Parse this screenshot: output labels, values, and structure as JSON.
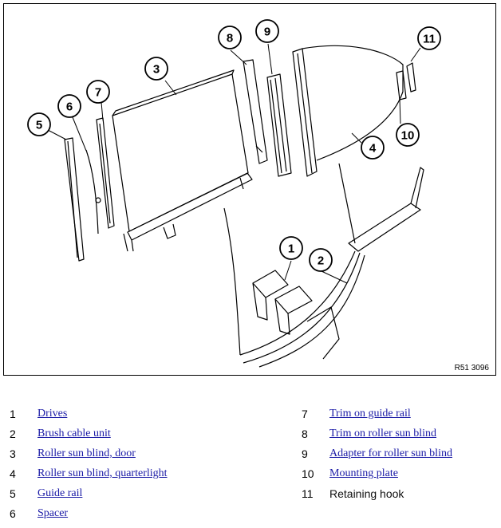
{
  "figure": {
    "reference": "R51 3096",
    "callouts": [
      "1",
      "2",
      "3",
      "4",
      "5",
      "6",
      "7",
      "8",
      "9",
      "10",
      "11"
    ]
  },
  "legend": {
    "link_color": "#1a1aa6",
    "items": [
      {
        "number": "1",
        "label": "Drives",
        "link": true
      },
      {
        "number": "2",
        "label": "Brush cable unit",
        "link": true
      },
      {
        "number": "3",
        "label": "Roller sun blind, door",
        "link": true
      },
      {
        "number": "4",
        "label": "Roller sun blind, quarterlight",
        "link": true
      },
      {
        "number": "5",
        "label": "Guide rail",
        "link": true
      },
      {
        "number": "6",
        "label": "Spacer",
        "link": true
      },
      {
        "number": "7",
        "label": "Trim on guide rail",
        "link": true
      },
      {
        "number": "8",
        "label": "Trim on roller sun blind",
        "link": true
      },
      {
        "number": "9",
        "label": "Adapter for roller sun blind",
        "link": true
      },
      {
        "number": "10",
        "label": "Mounting plate",
        "link": true
      },
      {
        "number": "11",
        "label": "Retaining hook",
        "link": false
      }
    ]
  }
}
